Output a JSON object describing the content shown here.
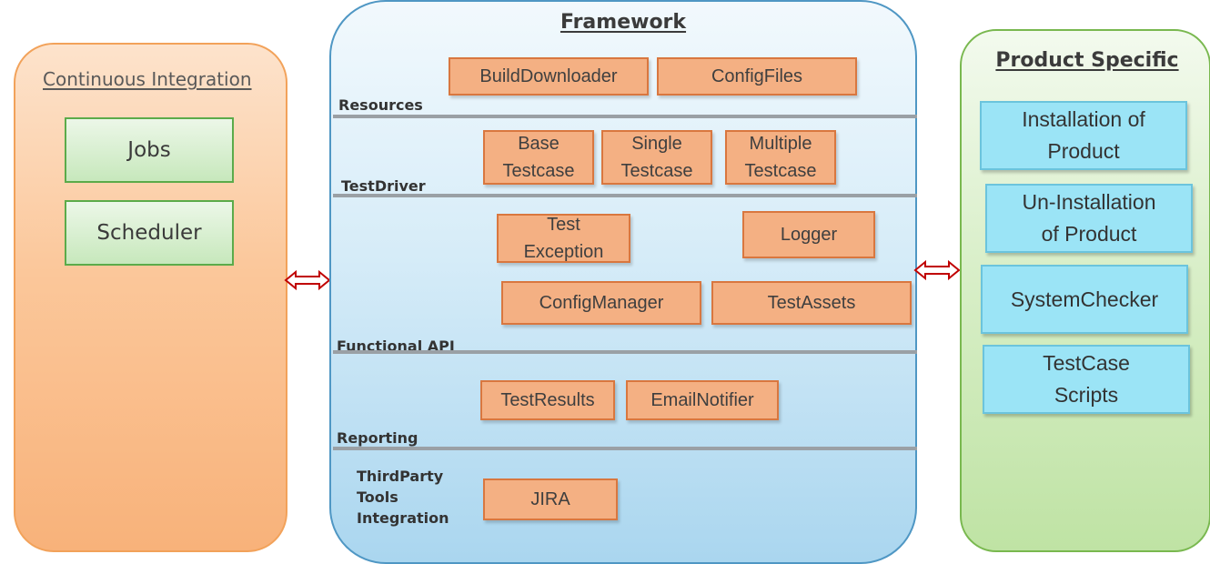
{
  "ci": {
    "title": "Continuous Integration",
    "items": [
      "Jobs",
      "Scheduler"
    ]
  },
  "framework": {
    "title": "Framework",
    "layers": {
      "resources": "Resources",
      "test_driver": "TestDriver",
      "functional_api": "Functional  API",
      "reporting": "Reporting",
      "third_party": "ThirdParty\nTools\nIntegration"
    },
    "boxes": {
      "build_downloader": "BuildDownloader",
      "config_files": "ConfigFiles",
      "base_testcase": "Base\nTestcase",
      "single_testcase": "Single\nTestcase",
      "multiple_testcase": "Multiple\nTestcase",
      "test_exception": "Test\nException",
      "logger": "Logger",
      "config_manager": "ConfigManager",
      "test_assets": "TestAssets",
      "test_results": "TestResults",
      "email_notifier": "EmailNotifier",
      "jira": "JIRA"
    }
  },
  "product": {
    "title": "Product Specific",
    "items": [
      "Installation of\nProduct",
      "Un-Installation\nof Product",
      "SystemChecker",
      "TestCase\nScripts"
    ]
  },
  "colors": {
    "arrow": "#c00000",
    "orange_box": "#f4b083",
    "cyan_box": "#9be4f6",
    "green_box": "#c7e8bc"
  }
}
